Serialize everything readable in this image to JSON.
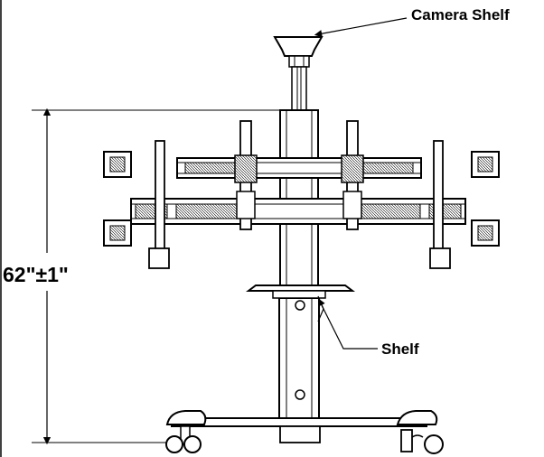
{
  "labels": {
    "camera_shelf": "Camera Shelf",
    "shelf": "Shelf",
    "height_dimension": "62\"±1\""
  },
  "colors": {
    "ink": "#000000",
    "paper": "#ffffff"
  }
}
